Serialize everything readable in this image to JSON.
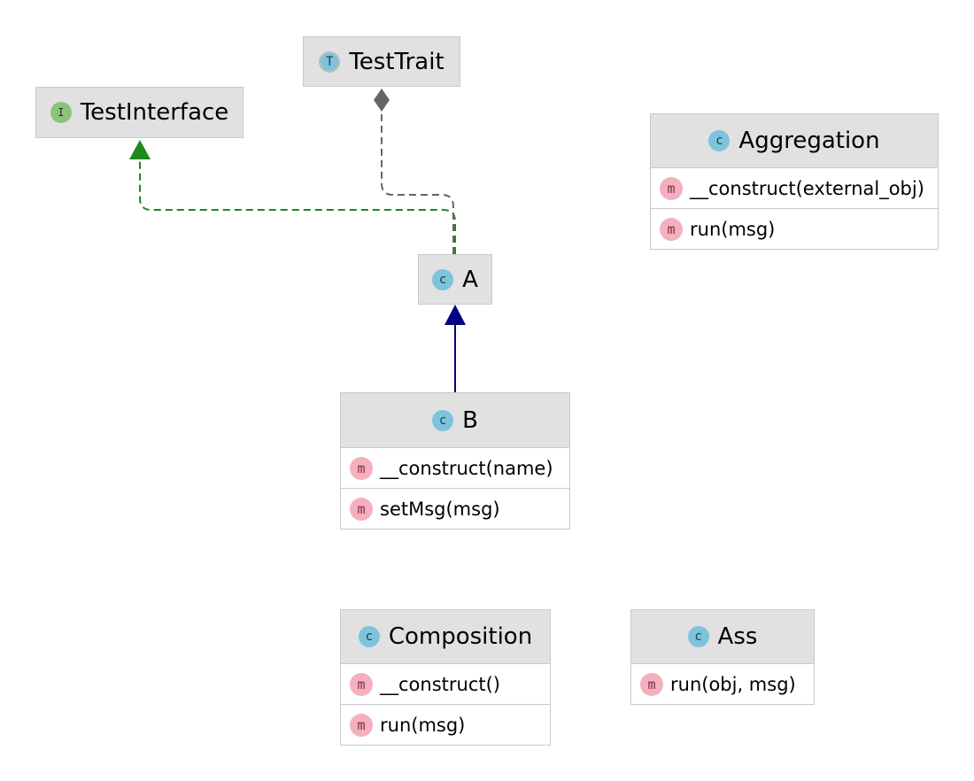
{
  "diagram": {
    "nodes": {
      "test_trait": {
        "name": "TestTrait",
        "badge": "T",
        "kind": "trait",
        "members": []
      },
      "test_interface": {
        "name": "TestInterface",
        "badge": "I",
        "kind": "interface",
        "members": []
      },
      "aggregation": {
        "name": "Aggregation",
        "badge": "c",
        "kind": "class",
        "members": [
          {
            "badge": "m",
            "text": "__construct(external_obj)"
          },
          {
            "badge": "m",
            "text": "run(msg)"
          }
        ]
      },
      "a": {
        "name": "A",
        "badge": "c",
        "kind": "class",
        "members": []
      },
      "b": {
        "name": "B",
        "badge": "c",
        "kind": "class",
        "members": [
          {
            "badge": "m",
            "text": "__construct(name)"
          },
          {
            "badge": "m",
            "text": "setMsg(msg)"
          }
        ]
      },
      "composition": {
        "name": "Composition",
        "badge": "c",
        "kind": "class",
        "members": [
          {
            "badge": "m",
            "text": "__construct()"
          },
          {
            "badge": "m",
            "text": "run(msg)"
          }
        ]
      },
      "ass": {
        "name": "Ass",
        "badge": "c",
        "kind": "class",
        "members": [
          {
            "badge": "m",
            "text": "run(obj, msg)"
          }
        ]
      }
    },
    "edges": [
      {
        "id": "a-implements-testinterface",
        "from": "a",
        "to": "test_interface",
        "type": "implements",
        "style": "dashed",
        "color": "#1b8a1b",
        "head": "filled-triangle"
      },
      {
        "id": "a-uses-testtrait",
        "from": "a",
        "to": "test_trait",
        "type": "uses-trait",
        "style": "dashed",
        "color": "#666666",
        "head": "filled-diamond"
      },
      {
        "id": "b-extends-a",
        "from": "b",
        "to": "a",
        "type": "extends",
        "style": "solid",
        "color": "#000080",
        "head": "filled-triangle"
      }
    ]
  },
  "colors": {
    "header_bg": "#e1e1e1",
    "border": "#c9c9c9",
    "class_badge": "#7ec3dc",
    "interface_badge": "#8cc37b",
    "method_badge": "#f4b0bf"
  }
}
